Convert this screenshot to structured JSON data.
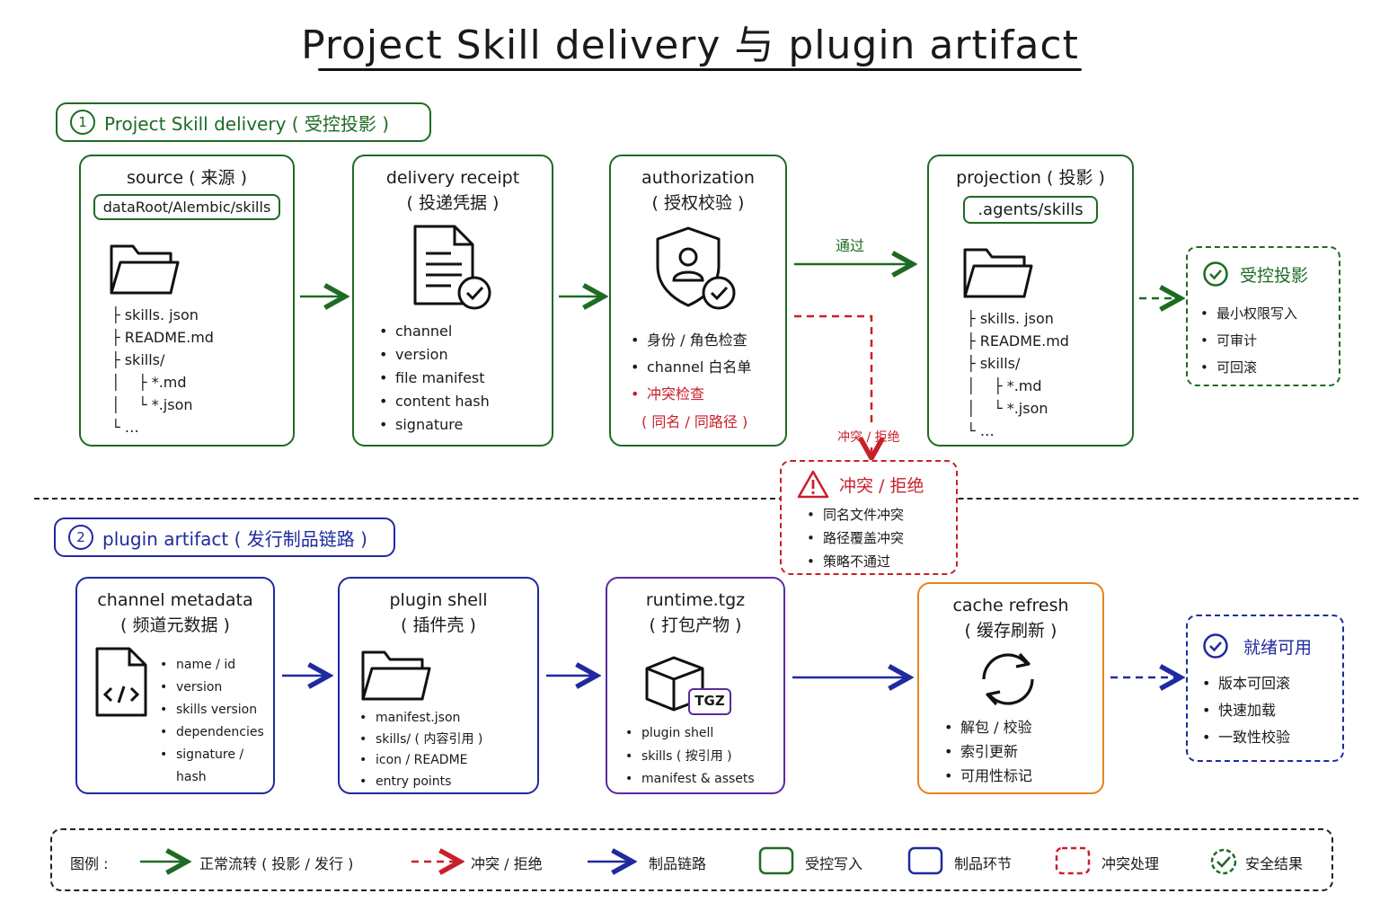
{
  "title": "Project Skill delivery 与 plugin artifact",
  "section1": {
    "num": "1",
    "label": "Project Skill delivery ( 受控投影 )",
    "source": {
      "title": "source ( 来源 )",
      "path": "dataRoot/Alembic/skills",
      "tree": "├ skills. json\n├ README.md\n├ skills/\n│    ├ *.md\n│    └ *.json\n└ …"
    },
    "receipt": {
      "title1": "delivery receipt",
      "title2": "( 投递凭据 )",
      "items": [
        "channel",
        "version",
        "file manifest",
        "content hash",
        "signature"
      ]
    },
    "auth": {
      "title1": "authorization",
      "title2": "( 授权校验 )",
      "items": [
        "身份 / 角色检查",
        "channel 白名单"
      ],
      "conflict": "冲突检查",
      "conflict_sub": "( 同名 / 同路径 )"
    },
    "pass_label": "通过",
    "conflict_arrow_label": "冲突 / 拒绝",
    "projection": {
      "title": "projection ( 投影 )",
      "path": ".agents/skills",
      "tree": "├ skills. json\n├ README.md\n├ skills/\n│    ├ *.md\n│    └ *.json\n└ …"
    },
    "result": {
      "title": "受控投影",
      "items": [
        "最小权限写入",
        "可审计",
        "可回滚"
      ]
    },
    "conflict_box": {
      "title": "冲突 / 拒绝",
      "items": [
        "同名文件冲突",
        "路径覆盖冲突",
        "策略不通过"
      ]
    }
  },
  "section2": {
    "num": "2",
    "label": "plugin artifact ( 发行制品链路 )",
    "metadata": {
      "title1": "channel metadata",
      "title2": "( 频道元数据 )",
      "items": [
        "name / id",
        "version",
        "skills version",
        "dependencies",
        "signature / hash"
      ]
    },
    "shell": {
      "title1": "plugin shell",
      "title2": "( 插件壳 )",
      "items": [
        "manifest.json",
        "skills/ ( 内容引用 )",
        "icon / README",
        "entry points"
      ]
    },
    "runtime": {
      "title1": "runtime.tgz",
      "title2": "( 打包产物 )",
      "badge": "TGZ",
      "items": [
        "plugin shell",
        "skills ( 按引用 )",
        "manifest & assets"
      ]
    },
    "cache": {
      "title1": "cache refresh",
      "title2": "( 缓存刷新 )",
      "items": [
        "解包 / 校验",
        "索引更新",
        "可用性标记"
      ]
    },
    "ready": {
      "title": "就绪可用",
      "items": [
        "版本可回滚",
        "快速加载",
        "一致性校验"
      ]
    }
  },
  "legend": {
    "label": "图例 :",
    "normal": "正常流转 ( 投影 / 发行 )",
    "conflict": "冲突 / 拒绝",
    "artifact": "制品链路",
    "controlled": "受控写入",
    "artifact_node": "制品环节",
    "conflict_handling": "冲突处理",
    "safe": "安全结果"
  },
  "colors": {
    "green": "#1e6b24",
    "blue": "#1f2a9e",
    "red": "#c8202a",
    "purple": "#5a2a9e",
    "orange": "#e8821e"
  }
}
